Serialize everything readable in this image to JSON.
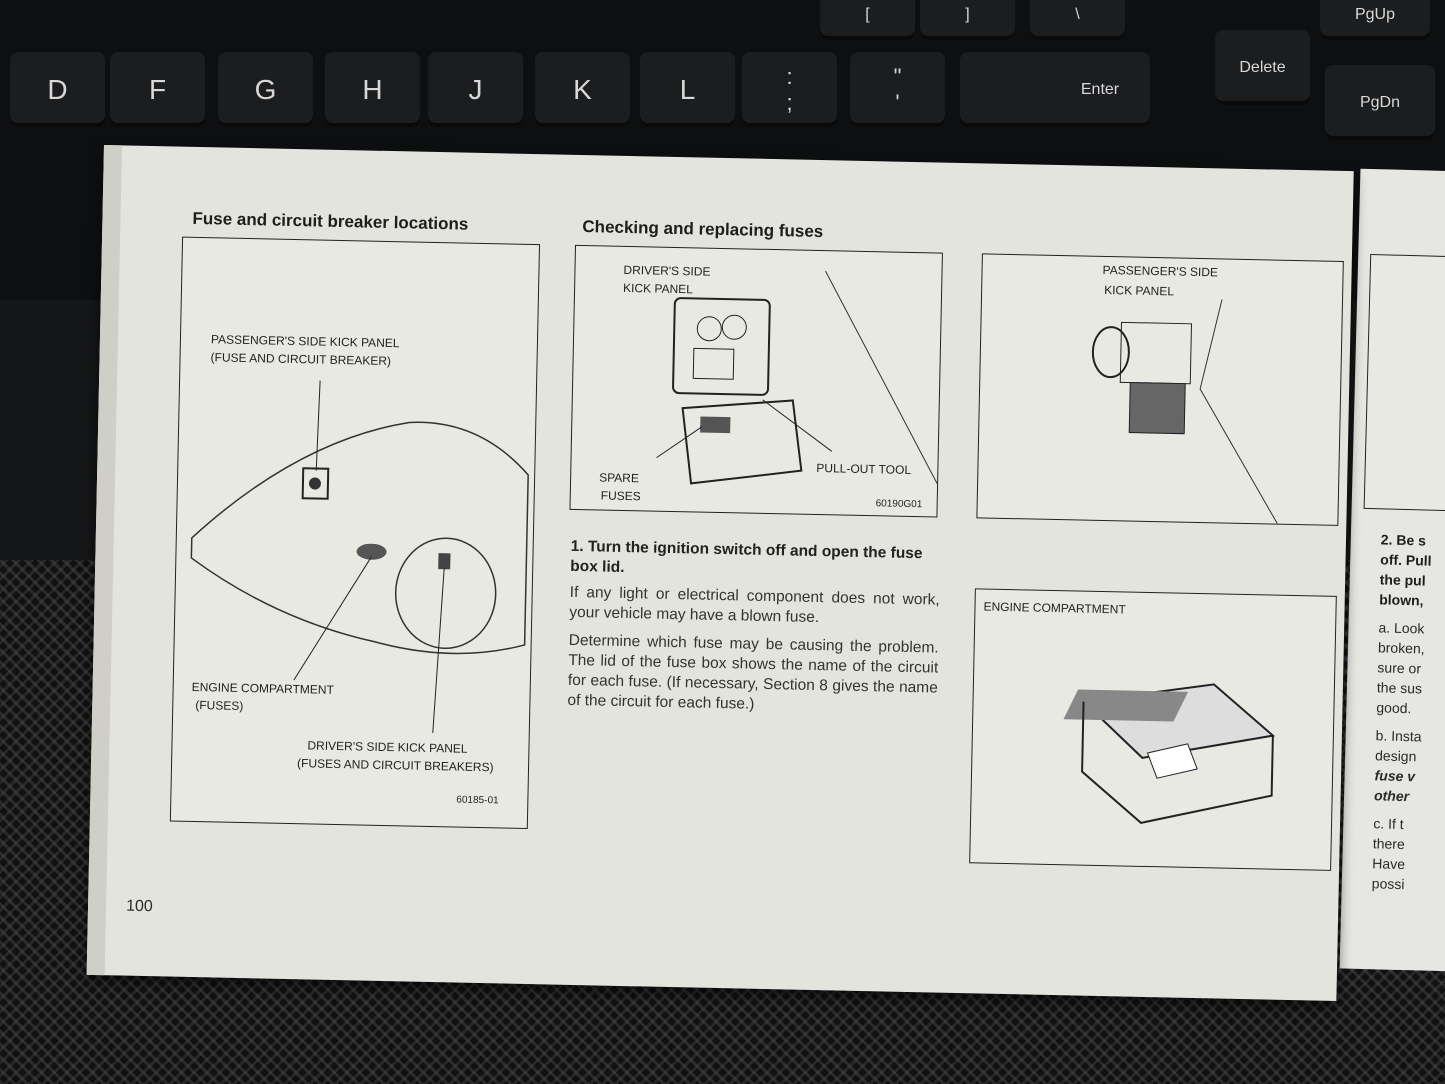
{
  "keyboard": {
    "keys": [
      "[",
      "]",
      "\\",
      "PgUp",
      "D",
      "F",
      "G",
      "H",
      "J",
      "K",
      "L",
      ":",
      ";",
      "\"",
      "'",
      "Enter",
      "Delete",
      "PgDn"
    ]
  },
  "left_page": {
    "heading": "Fuse and circuit breaker locations",
    "figure": {
      "labels": [
        "PASSENGER'S SIDE KICK PANEL",
        "(FUSE AND CIRCUIT BREAKER)",
        "ENGINE COMPARTMENT",
        "(FUSES)",
        "DRIVER'S SIDE KICK PANEL",
        "(FUSES AND CIRCUIT BREAKERS)"
      ],
      "code": "60185-01"
    },
    "page_number": "100"
  },
  "middle": {
    "heading": "Checking and replacing fuses",
    "figure": {
      "labels": [
        "DRIVER'S SIDE",
        "KICK PANEL",
        "PULL-OUT TOOL",
        "SPARE",
        "FUSES"
      ],
      "code": "60190G01"
    },
    "step1_title": "1. Turn the ignition switch off and open the fuse box lid.",
    "para1": "If any light or electrical component does not work, your vehicle may have a blown fuse.",
    "para2": "Determine which fuse may be causing the problem. The lid of the fuse box shows the name of the circuit for each fuse. (If necessary, Section 8 gives the name of the circuit for each fuse.)"
  },
  "right": {
    "fig_passenger": [
      "PASSENGER'S SIDE",
      "KICK PANEL"
    ],
    "fig_engine": "ENGINE COMPARTMENT"
  },
  "next_page": {
    "lines": [
      "2. Be s",
      "off. Pull",
      "the pul",
      "blown,",
      "a. Look",
      "broken,",
      "sure or",
      "the sus",
      "good.",
      "b. Insta",
      "design",
      "fuse v",
      "other",
      "c. If t",
      "there",
      "Have",
      "possi"
    ]
  }
}
